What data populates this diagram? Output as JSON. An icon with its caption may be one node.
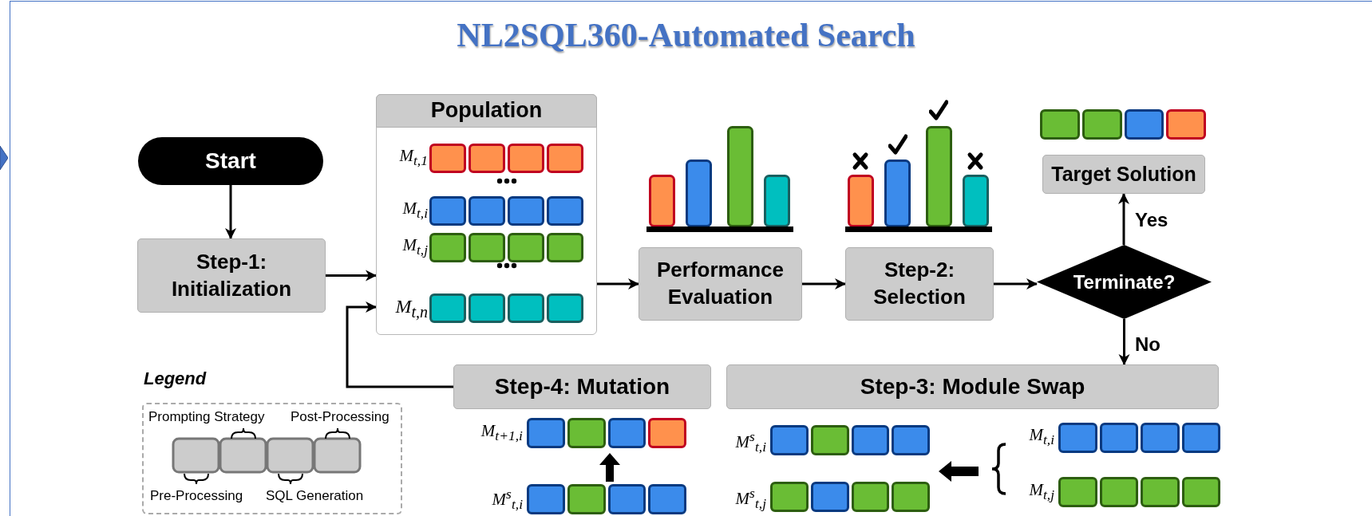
{
  "diagram": {
    "title": "NL2SQL360-Automated Search",
    "nodes": [
      {
        "text": [
          "Start"
        ]
      },
      {
        "text": [
          "Step-1: Initialization"
        ]
      },
      {
        "text": [
          "Population"
        ]
      },
      {
        "text": [
          "Performance Evaluation"
        ]
      },
      {
        "text": [
          "Step-2: Selection"
        ]
      },
      {
        "text": [
          "Terminate?"
        ]
      },
      {
        "text": [
          "Target Solution"
        ]
      },
      {
        "text": [
          "Step-3: Module Swap"
        ]
      },
      {
        "text": [
          "Step-4: Mutation"
        ]
      }
    ],
    "edges": [
      {
        "from": 0,
        "to": 1,
        "arrow": "to"
      },
      {
        "from": 1,
        "to": 2,
        "arrow": "to"
      },
      {
        "from": 2,
        "to": 3,
        "arrow": "to"
      },
      {
        "from": 3,
        "to": 4,
        "arrow": "to"
      },
      {
        "from": 4,
        "to": 5,
        "arrow": "to"
      },
      {
        "from": 5,
        "to": 6,
        "arrow": "to",
        "label": "Yes"
      },
      {
        "from": 5,
        "to": 7,
        "arrow": "to",
        "label": "No"
      },
      {
        "from": 8,
        "to": 2,
        "arrow": "to"
      }
    ],
    "labels": [
      "M$_{t,1}$",
      "M$_{t,i}$",
      "M$_{t,j}$",
      "M$_{t,n}$",
      "Legend",
      "M$_{t+1,i}$",
      "M$^{s}$$_{t,i}$",
      "M$^{s}$$_{t,i}$",
      "M$^{s}$$_{t,j}$",
      "M$_{t,i}$",
      "M$_{t,j}$"
    ],
    "legend": [
      {
        "text": "Prompting Strategy"
      },
      {
        "text": "Post-Processing"
      },
      {
        "text": "Pre-Processing"
      },
      {
        "text": "SQL Generation"
      }
    ]
  }
}
